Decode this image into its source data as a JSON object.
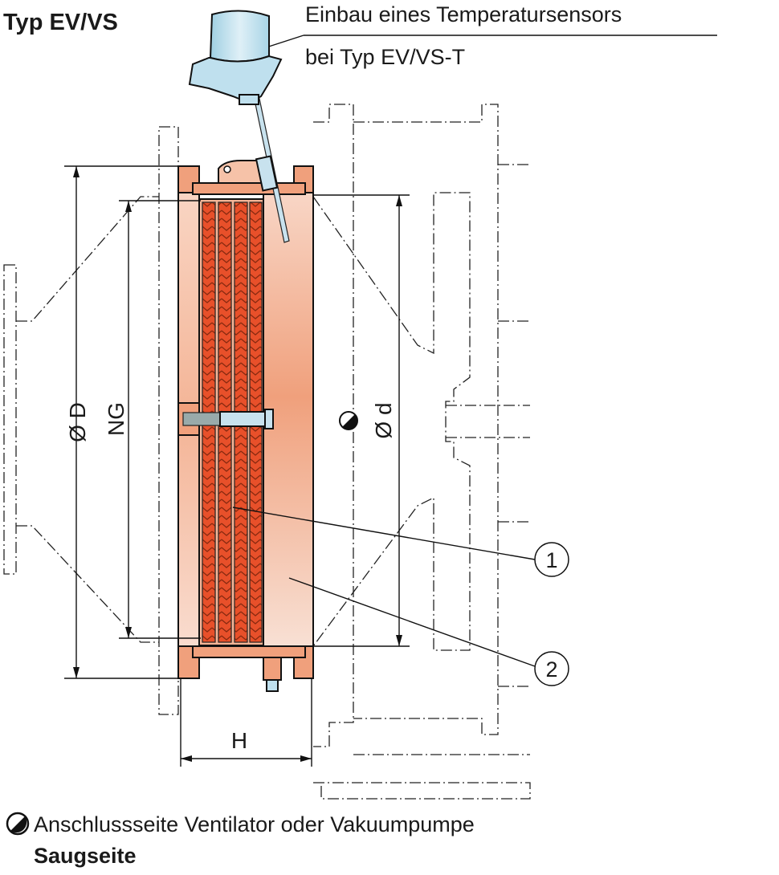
{
  "title": "Typ EV/VS",
  "sensor_note": {
    "line1": "Einbau eines Temperatursensors",
    "line2": "bei Typ EV/VS-T"
  },
  "dimensions": {
    "outer_diameter": "Ø D",
    "nominal_size": "NG",
    "inner_diameter": "Ø d",
    "height": "H"
  },
  "callouts": [
    {
      "number": "1"
    },
    {
      "number": "2"
    }
  ],
  "legend": {
    "connection_side": "Anschlussseite Ventilator oder Vakuumpumpe",
    "suction_side": "Saugseite"
  },
  "colors": {
    "element": "#e8502a",
    "housing": "#f3a07e",
    "flange": "#f7c5ae",
    "sensor": "#bfe0ee"
  }
}
